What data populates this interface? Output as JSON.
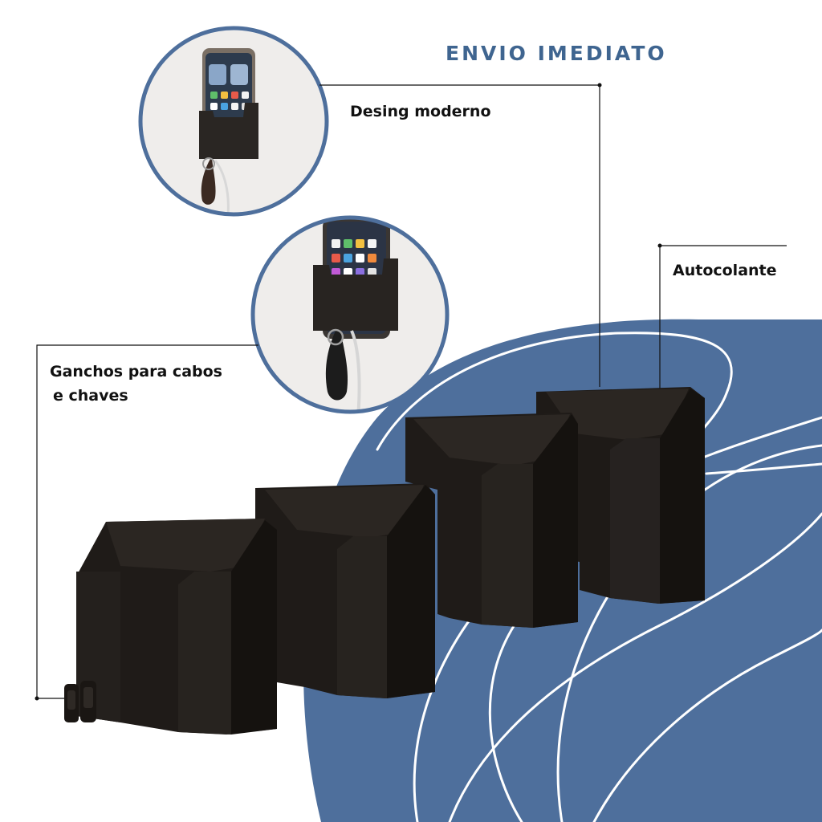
{
  "headline": "ENVIO IMEDIATO",
  "features": {
    "design": "Desing moderno",
    "adhesive": "Autocolante",
    "hooks_line1": "Ganchos para cabos",
    "hooks_line2": "e chaves"
  },
  "colors": {
    "brand_blue": "#4e6f9c",
    "headline_blue": "#3f6590",
    "product_black": "#1f1b18",
    "circle_bg": "#efedeb"
  }
}
